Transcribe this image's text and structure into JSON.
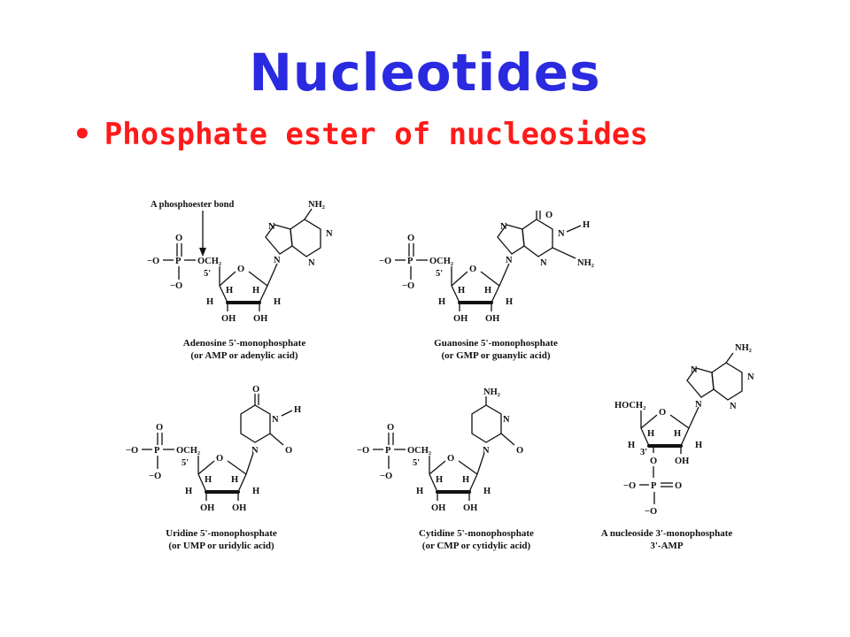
{
  "slide": {
    "title": "Nucleotides",
    "bullet": "Phosphate ester of nucleosides",
    "title_color": "#2a2ae0",
    "bullet_color": "#ff1a1a"
  },
  "figure": {
    "annotation": "A phosphoester bond",
    "molecules": [
      {
        "caption_line1": "Adenosine 5'-monophosphate",
        "caption_line2": "(or AMP or adenylic acid)"
      },
      {
        "caption_line1": "Guanosine 5'-monophosphate",
        "caption_line2": "(or GMP or guanylic acid)"
      },
      {
        "caption_line1": "Uridine 5'-monophosphate",
        "caption_line2": "(or UMP or uridylic acid)"
      },
      {
        "caption_line1": "Cytidine 5'-monophosphate",
        "caption_line2": "(or CMP or cytidylic acid)"
      },
      {
        "caption_line1": "A nucleoside 3'-monophosphate",
        "caption_line2": "3'-AMP"
      }
    ],
    "atoms": {
      "O": "O",
      "N": "N",
      "H": "H",
      "P": "P",
      "OH": "OH",
      "O_minus": "−O",
      "OCH2": "OCH₂",
      "HOCH2": "HOCH₂",
      "NH2": "NH₂",
      "five_prime": "5'",
      "three_prime": "3'"
    }
  }
}
